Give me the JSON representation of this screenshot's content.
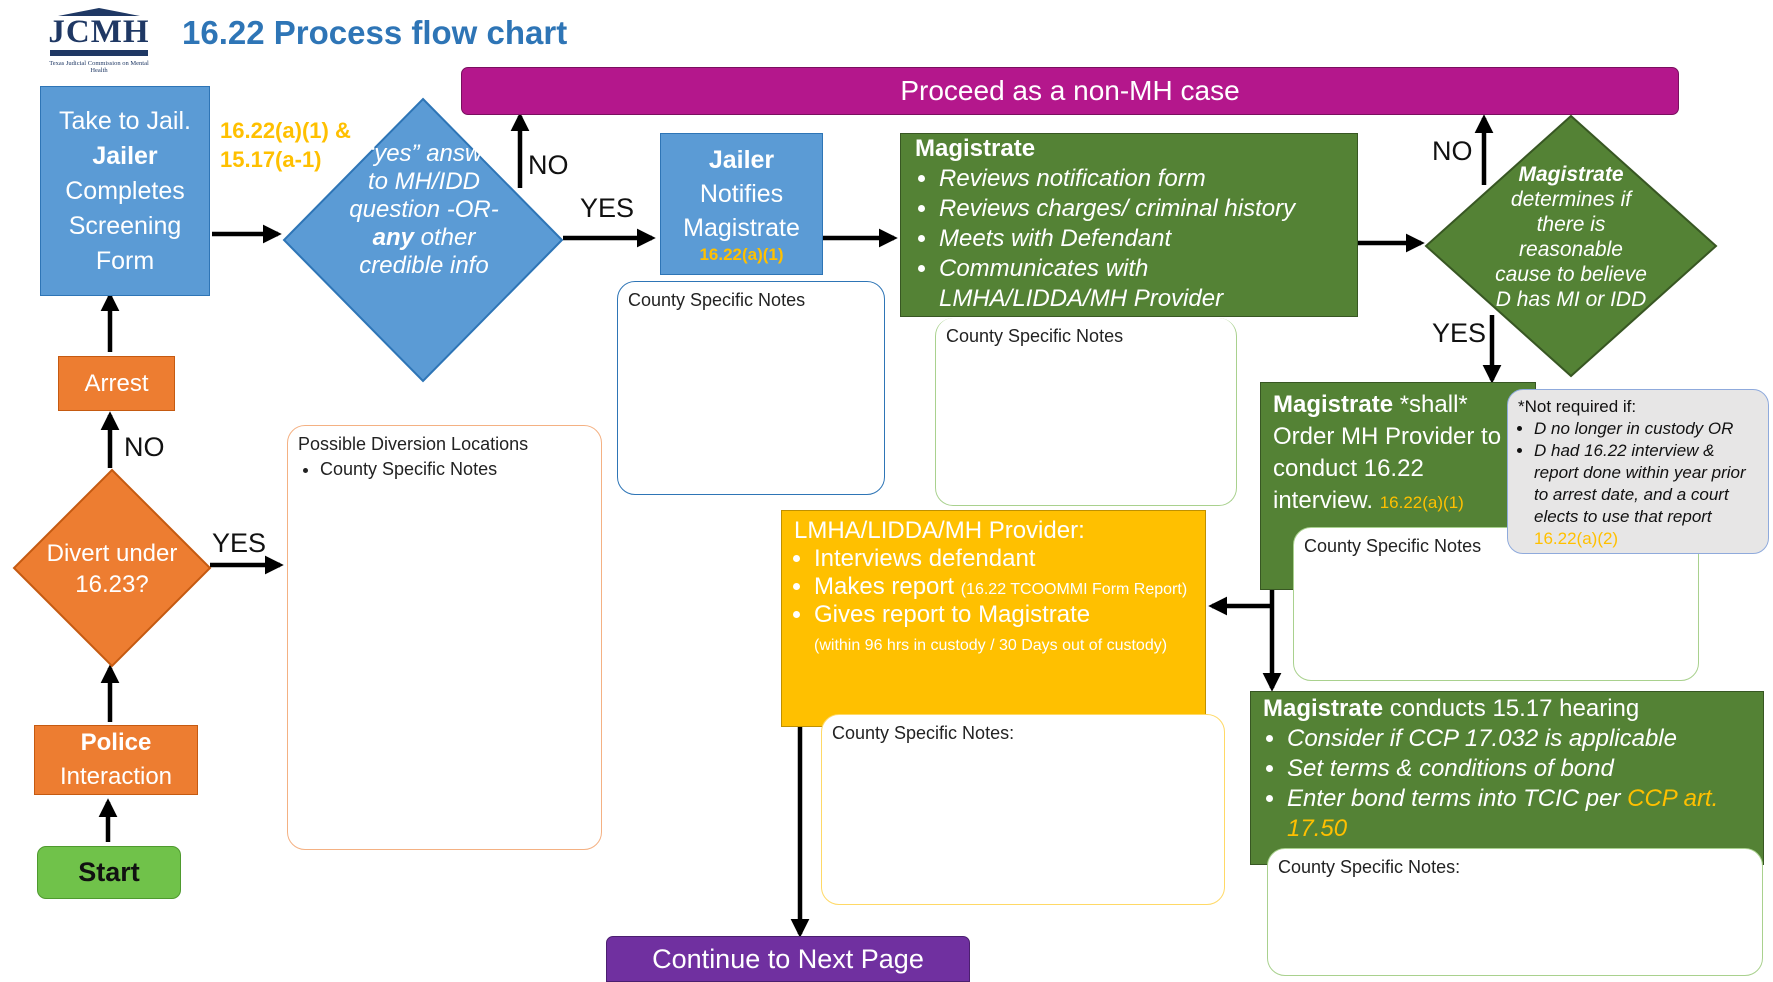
{
  "header": {
    "logo_text": "JCMH",
    "logo_subtext": "Texas Judicial Commission on Mental Health",
    "title": "16.22 Process flow chart"
  },
  "colors": {
    "blue": "#5b9bd5",
    "orange": "#ed7d31",
    "green": "#548235",
    "gold": "#ffc000",
    "purple": "#7030a0",
    "magenta": "#b4178c",
    "start_green": "#70c24a",
    "title_blue": "#2e75b6"
  },
  "nodes": {
    "start": "Start",
    "police": {
      "line1": "Police",
      "line2": "Interaction"
    },
    "divert": "Divert under 16.23?",
    "arrest": "Arrest",
    "jail": {
      "line1": "Take to Jail.",
      "line2": "Jailer",
      "line3": "Completes Screening Form"
    },
    "jail_citation": "16.22(a)(1) & 15.17(a-1)",
    "question": {
      "line1": "A “yes” answer to MH/IDD question -OR-",
      "any": "any",
      "line2": "other credible info"
    },
    "non_mh": "Proceed as a non-MH case",
    "notify": {
      "line1": "Jailer",
      "line2": "Notifies Magistrate",
      "citation": "16.22(a)(1)"
    },
    "magistrate_review": {
      "title": "Magistrate",
      "items": [
        "Reviews notification form",
        "Reviews charges/ criminal history",
        "Meets with Defendant",
        "Communicates with LMHA/LIDDA/MH Provider"
      ]
    },
    "magistrate_determines": {
      "bold": "Magistrate",
      "rest": "determines if there is reasonable cause to believe D has MI or IDD"
    },
    "order": {
      "bold": "Magistrate",
      "shall": "*shall*",
      "rest": "Order MH Provider to conduct 16.22 interview.",
      "citation": "16.22(a)(1)"
    },
    "not_required": {
      "title": "*Not required if:",
      "items": [
        "D no longer in custody OR",
        "D had 16.22 interview & report done within year prior to arrest date, and a court elects to use that report"
      ],
      "citation": "16.22(a)(2)"
    },
    "provider": {
      "title": "LMHA/LIDDA/MH Provider:",
      "item1": "Interviews defendant",
      "item2": "Makes report",
      "item2_small": "(16.22 TCOOMMI Form Report)",
      "item3": "Gives report to Magistrate",
      "item3_small": "(within 96 hrs in custody / 30 Days out of custody)"
    },
    "hearing": {
      "bold": "Magistrate",
      "rest": "conducts 15.17 hearing",
      "item1": "Consider if CCP 17.032 is applicable",
      "item2": "Set terms & conditions of bond",
      "item3": "Enter bond terms into TCIC per",
      "item3_ref": "CCP art. 17.50"
    },
    "continue": "Continue to Next Page"
  },
  "notes": {
    "diversion_title": "Possible Diversion Locations",
    "diversion_item": "County Specific Notes",
    "county": "County Specific Notes",
    "county_colon": "County Specific Notes:"
  },
  "edge_labels": {
    "yes": "YES",
    "no": "NO"
  }
}
